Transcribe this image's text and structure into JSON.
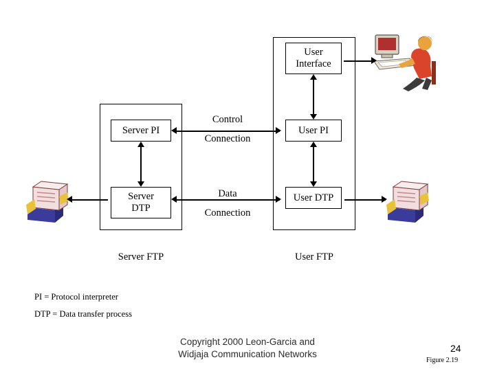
{
  "diagram": {
    "boxes": {
      "user_interface": "User\nInterface",
      "server_pi": "Server PI",
      "user_pi": "User PI",
      "server_dtp": "Server\nDTP",
      "user_dtp": "User DTP"
    },
    "box_lines": {
      "user_interface_l1": "User",
      "user_interface_l2": "Interface",
      "server_pi": "Server PI",
      "user_pi": "User PI",
      "server_dtp_l1": "Server",
      "server_dtp_l2": "DTP",
      "user_dtp": "User DTP"
    },
    "connections": {
      "control_l1": "Control",
      "control_l2": "Connection",
      "data_l1": "Data",
      "data_l2": "Connection"
    },
    "footers": {
      "server_ftp": "Server FTP",
      "user_ftp": "User FTP"
    },
    "legend": {
      "pi": "PI = Protocol interpreter",
      "dtp": "DTP = Data transfer process"
    },
    "icons": {
      "user_workstation": "user-at-computer-icon",
      "server_file_storage": "file-storage-icon",
      "user_file_storage": "file-storage-icon"
    }
  },
  "slide": {
    "copyright_line1": "Copyright 2000 Leon-Garcia and",
    "copyright_line2": "Widjaja  Communication Networks",
    "page_number": "24",
    "figure_number": "Figure 2.19"
  }
}
